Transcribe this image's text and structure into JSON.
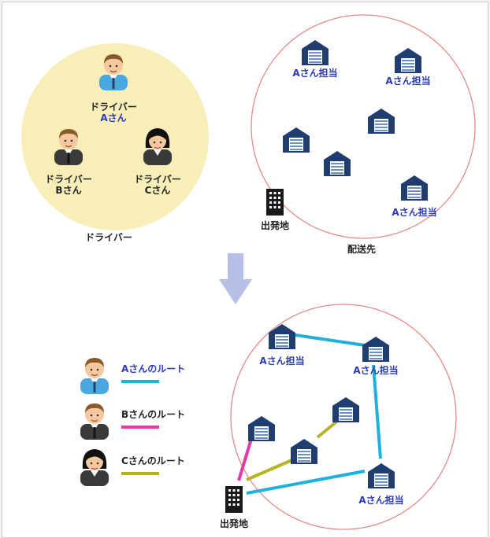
{
  "colors": {
    "driver_circle": "#f8eeb8",
    "area_stroke": "#e58a8a",
    "warehouse": "#1f3d6e",
    "label_blue": "#2a3bb8",
    "route_a": "#1fb0dc",
    "route_b": "#e23aa6",
    "route_c": "#b7b327",
    "arrow": "#b6bfe6"
  },
  "drivers_panel": {
    "caption": "ドライバー",
    "driver_a": {
      "line1": "ドライバー",
      "line2": "Aさん"
    },
    "driver_b": {
      "line1": "ドライバー",
      "line2": "Bさん"
    },
    "driver_c": {
      "line1": "ドライバー",
      "line2": "Cさん"
    }
  },
  "delivery_panel": {
    "caption": "配送先",
    "depot_label": "出発地",
    "assigned_label": "Aさん担当"
  },
  "routes_panel": {
    "depot_label": "出発地",
    "assigned_label": "Aさん担当",
    "legend": [
      {
        "label": "Aさんのルート",
        "color": "#1fb0dc",
        "text_color": "#2a3bb8"
      },
      {
        "label": "Bさんのルート",
        "color": "#e23aa6",
        "text_color": "#222222"
      },
      {
        "label": "Cさんのルート",
        "color": "#b7b327",
        "text_color": "#222222"
      }
    ]
  }
}
